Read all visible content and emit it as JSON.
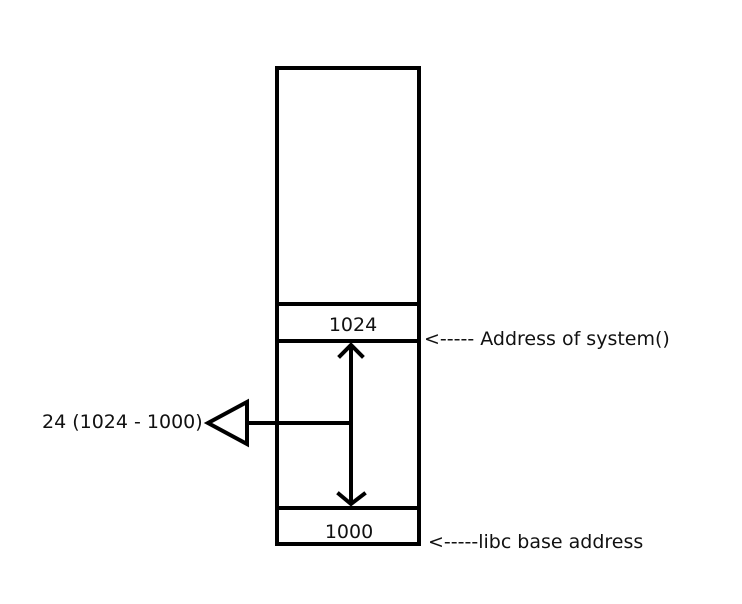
{
  "diagram": {
    "cells": {
      "upper_value": "1024",
      "lower_value": "1000"
    },
    "annotations": {
      "upper_pointer": "<----- Address of system()",
      "lower_pointer": "<-----libc base address",
      "offset_label": "24 (1024 - 1000)"
    }
  }
}
